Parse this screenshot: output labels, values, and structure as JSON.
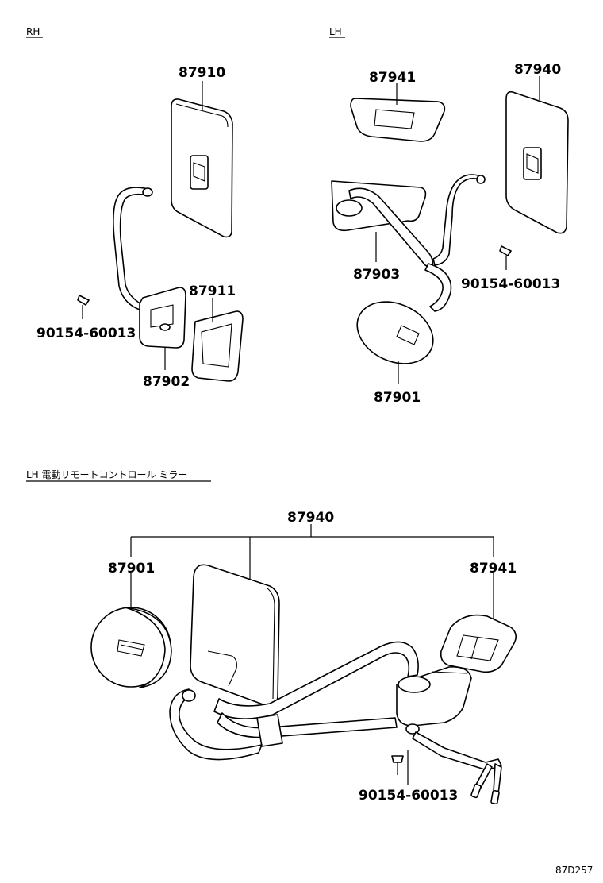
{
  "sections": {
    "rh": "RH",
    "lh": "LH",
    "lh_power": "LH 電動リモートコントロール ミラー"
  },
  "rh": {
    "mirror_outer": "87910",
    "cover": "87911",
    "bracket": "87902",
    "screw": "90154-60013"
  },
  "lh": {
    "cover": "87941",
    "mirror_outer": "87940",
    "stay": "87903",
    "screw": "90154-60013",
    "under_mirror": "87901"
  },
  "lh_power": {
    "assembly": "87940",
    "under_mirror": "87901",
    "cover": "87941",
    "screw": "90154-60013"
  },
  "diagram_code": "87D257"
}
